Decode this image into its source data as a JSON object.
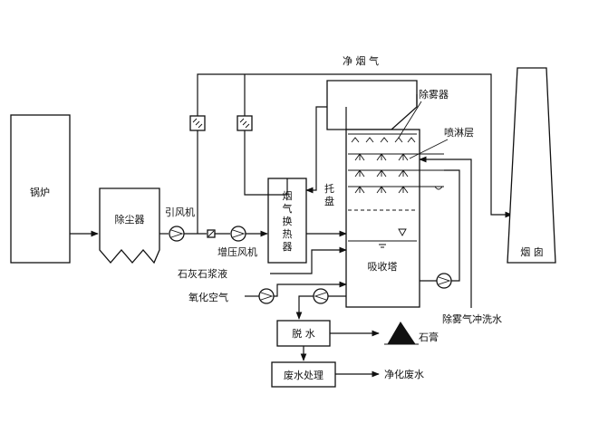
{
  "labels": {
    "clean_gas": "净 烟 气",
    "boiler": "锅炉",
    "dust_collector": "除尘器",
    "induced_fan": "引风机",
    "booster_fan": "增压风机",
    "ggh": [
      "烟",
      "气",
      "换",
      "热",
      "器"
    ],
    "demister": "除雾器",
    "spray_layer": "喷淋层",
    "tray": [
      "托",
      "盘"
    ],
    "absorber": "吸收塔",
    "chimney": "烟 囱",
    "limestone_slurry": "石灰石浆液",
    "oxidation_air": "氧化空气",
    "demister_wash": "除雾气冲洗水",
    "dewatering": "脱 水",
    "gypsum": "石膏",
    "wastewater_treatment": "废水处理",
    "clean_wastewater": "净化废水"
  }
}
